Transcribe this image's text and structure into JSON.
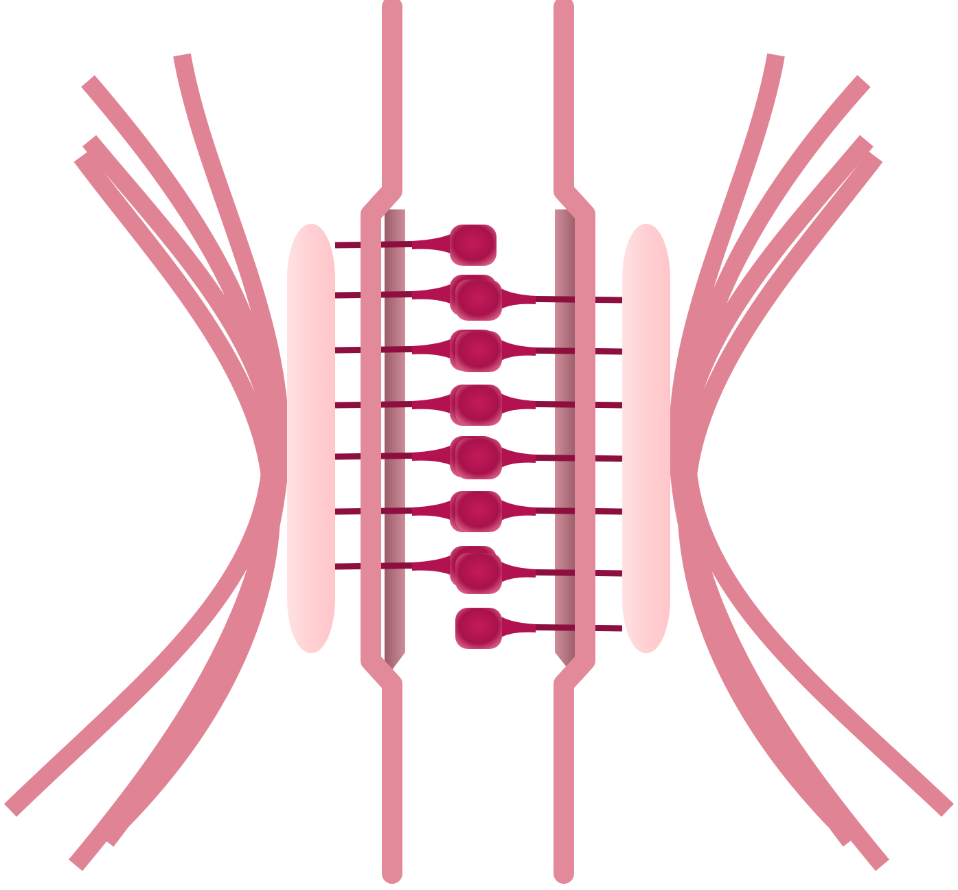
{
  "diagram": {
    "subject": "desmosome-illustration",
    "colors": {
      "background": "#ffffff",
      "filament": "#e08395",
      "filament_shade": "#c85f75",
      "membrane": "#e2899a",
      "membrane_shade": "#a85c6c",
      "plaque": "#ffd2d4",
      "cadherin": "#b2124f",
      "cadherin_dark": "#8c0f3f"
    },
    "components": {
      "filaments_per_side": 5,
      "membranes": 2,
      "plaques": 2,
      "cadherin_rows": 8
    }
  }
}
